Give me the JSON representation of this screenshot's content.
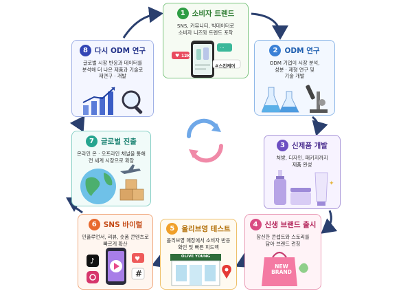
{
  "steps": [
    {
      "num": "1",
      "title": "소비자 트렌드",
      "desc": [
        "SNS, 커뮤니티, 빅데이터로",
        "소비자 니즈와 트렌드 포착"
      ],
      "tags": [
        "12K",
        "#스킨케어"
      ]
    },
    {
      "num": "2",
      "title": "ODM 연구",
      "desc": [
        "ODM 기업이 시장 분석,",
        "성분 · 제형 연구 및",
        "기술 개발"
      ]
    },
    {
      "num": "3",
      "title": "신제품 개발",
      "desc": [
        "처방, 디자인, 패키지까지",
        "제품 완성"
      ]
    },
    {
      "num": "4",
      "title": "신생 브랜드 출시",
      "desc": [
        "참신한 콘셉트와 스토리를",
        "담아 브랜드 런칭"
      ],
      "bag_text": [
        "NEW",
        "BRAND"
      ]
    },
    {
      "num": "5",
      "title": "올리브영 테스트",
      "desc": [
        "올리브영 매장에서 소비자 반응",
        "확인 및 빠른 피드백"
      ],
      "store_sign": "OLIVE YOUNG"
    },
    {
      "num": "6",
      "title": "SNS 바이럴",
      "desc": [
        "인플루언서, 리뷰, 숏폼 콘텐츠로",
        "빠르게 확산"
      ],
      "tags": [
        "#"
      ]
    },
    {
      "num": "7",
      "title": "글로벌 진출",
      "desc": [
        "온라인 온 · 오프라인 채널을 통해",
        "전 세계 시장으로 확장"
      ]
    },
    {
      "num": "8",
      "title": "다시 ODM 연구",
      "desc": [
        "글로벌 시장 반응과 데이터를",
        "분석해 더 나은 제품과 기술로",
        "재연구 · 개발"
      ]
    }
  ],
  "colors": {
    "arrow": "#2a3f6e",
    "cycle_blue": "#6fa8e8",
    "cycle_pink": "#f08aa8"
  },
  "icons": [
    "phone-icon",
    "heart-icon",
    "chat-icon",
    "flask-icon",
    "microscope-icon",
    "serum-bottle-icon",
    "cream-jar-icon",
    "tube-icon",
    "shopping-bag-icon",
    "storefront-icon",
    "location-pin-icon",
    "video-play-icon",
    "tiktok-icon",
    "instagram-icon",
    "globe-icon",
    "airplane-icon",
    "boxes-icon",
    "bar-chart-icon",
    "magnifier-icon",
    "cycle-arrows-icon"
  ]
}
